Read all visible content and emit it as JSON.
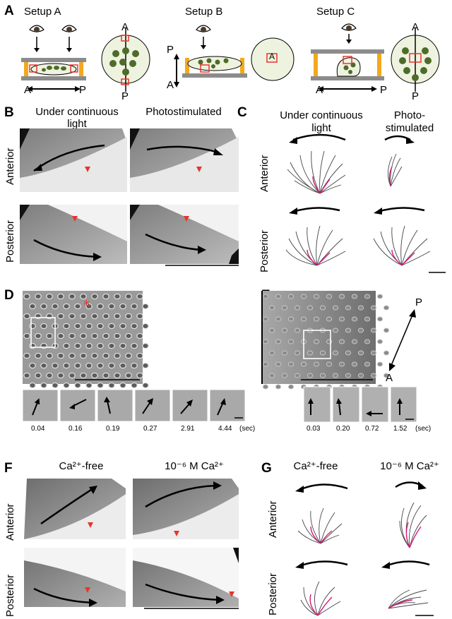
{
  "panels": {
    "A": {
      "label": "A",
      "setups": [
        "Setup A",
        "Setup B",
        "Setup C"
      ],
      "axes": {
        "a": "A",
        "p": "P"
      }
    },
    "B": {
      "label": "B",
      "col1": "Under continuous light",
      "col1_l1": "Under continuous",
      "col1_l2": "light",
      "col2": "Photostimulated",
      "row1": "Anterior",
      "row2": "Posterior"
    },
    "C": {
      "label": "C",
      "col1_l1": "Under continuous",
      "col1_l2": "light",
      "col2_l1": "Photo-",
      "col2_l2": "stimulated",
      "row1": "Anterior",
      "row2": "Posterior"
    },
    "D": {
      "label": "D",
      "times": [
        "0.04",
        "0.16",
        "0.19",
        "0.27",
        "2.91",
        "4.44"
      ],
      "unit": "(sec)"
    },
    "E": {
      "label": "E",
      "times": [
        "0.03",
        "0.20",
        "0.72",
        "1.52"
      ],
      "unit": "(sec)",
      "axis_p": "P",
      "axis_a": "A"
    },
    "F": {
      "label": "F",
      "col1": "Ca²⁺-free",
      "col2": "10⁻⁶ M Ca²⁺",
      "row1": "Anterior",
      "row2": "Posterior"
    },
    "G": {
      "label": "G",
      "col1": "Ca²⁺-free",
      "col2": "10⁻⁶ M Ca²⁺",
      "row1": "Anterior",
      "row2": "Posterior"
    }
  },
  "colors": {
    "outline_red": "#e8352a",
    "arrowhead_red": "#e8352a",
    "stage_gray": "#8c8c8c",
    "spacer_orange": "#f2a91e",
    "cell_green": "#4f6b2a",
    "trace_magenta": "#d6197a",
    "micrograph_gray": "#9a9a9a"
  }
}
